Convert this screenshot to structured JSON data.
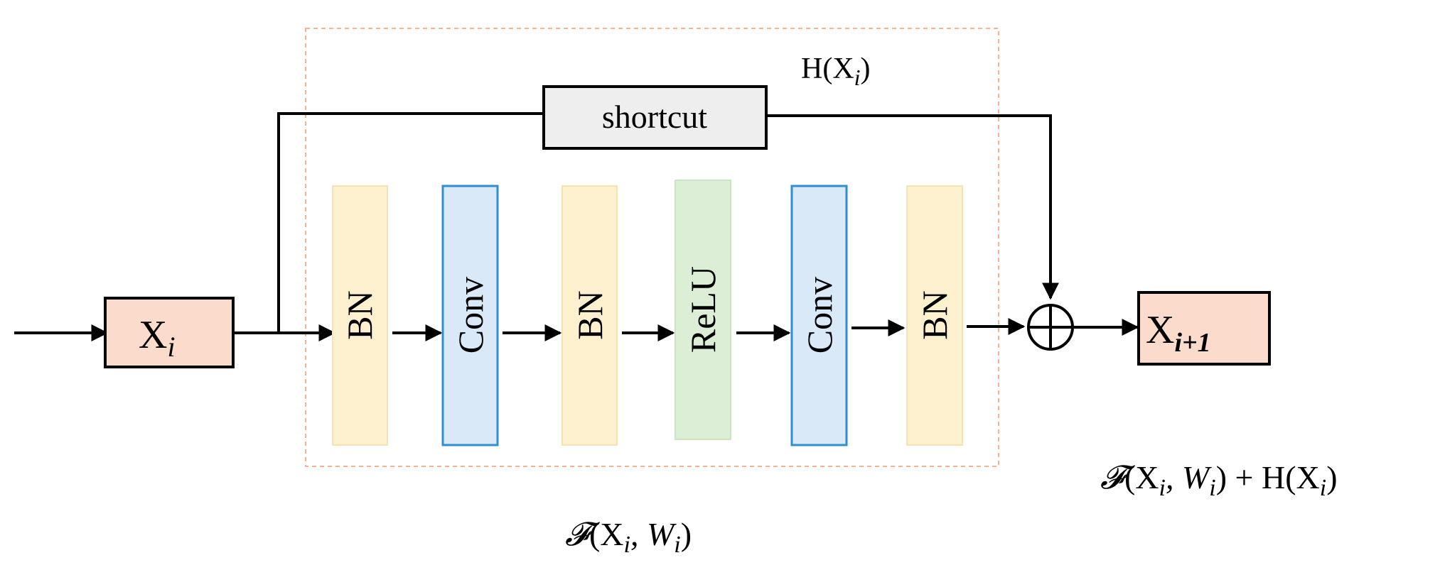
{
  "input_node": {
    "base": "X",
    "sub": "i"
  },
  "output_node": {
    "base": "X",
    "sub": "i+1"
  },
  "shortcut_label": "shortcut",
  "block_label": {
    "base": "H(X",
    "sub": "i",
    "close": ")"
  },
  "layers": [
    {
      "label": "BN",
      "kind": "bn"
    },
    {
      "label": "Conv",
      "kind": "conv"
    },
    {
      "label": "BN",
      "kind": "bn"
    },
    {
      "label": "ReLU",
      "kind": "relu"
    },
    {
      "label": "Conv",
      "kind": "conv"
    },
    {
      "label": "BN",
      "kind": "bn"
    }
  ],
  "residual_label": {
    "script_f": "𝓕",
    "open": "(X",
    "sub1": "i",
    "mid": ", W",
    "sub2": "i",
    "close": ")"
  },
  "sum_label": {
    "script_f": "𝓕",
    "open": "(X",
    "sub1": "i",
    "mid": ", W",
    "sub2": "i",
    "plus": ") + H(X",
    "sub3": "i",
    "close": ")"
  },
  "sum_symbol": "⊕",
  "colors": {
    "bn_fill": "#fdf0cf",
    "bn_stroke": "#f6e3b4",
    "conv_fill": "#d9e9f7",
    "conv_stroke": "#2f8fd0",
    "relu_fill": "#dcefd6",
    "relu_stroke": "#c8e6c0",
    "node_fill": "#fbdccc",
    "shortcut_fill": "#eeeeee",
    "block_border": "#f5b48f"
  }
}
